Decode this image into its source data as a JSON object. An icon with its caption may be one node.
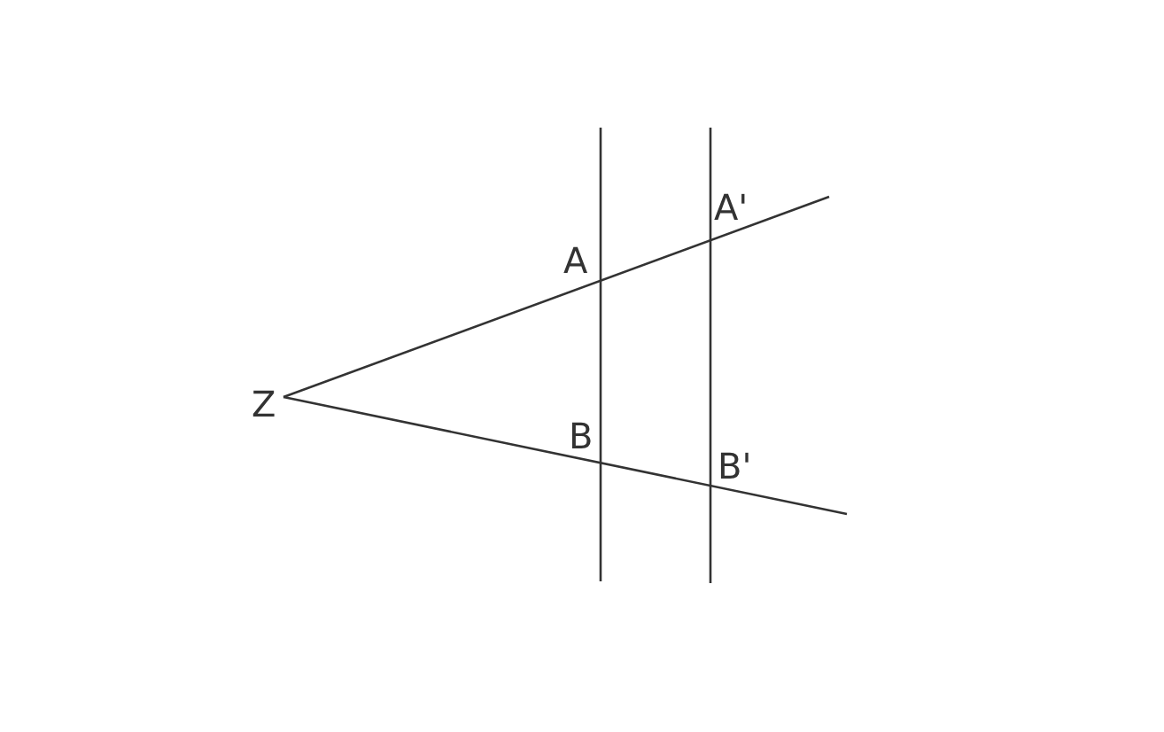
{
  "diagram": {
    "labels": [
      "A'",
      "A",
      "Z",
      "B",
      "B'"
    ]
  }
}
